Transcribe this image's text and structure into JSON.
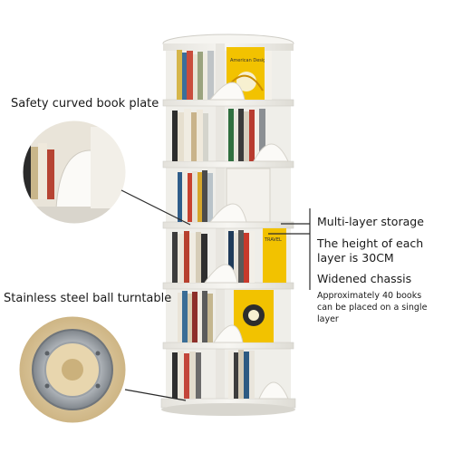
{
  "labels": {
    "safety_plate": "Safety curved book plate",
    "stainless_turntable": "Stainless steel ball turntable",
    "multi_layer": "Multi-layer storage",
    "layer_height": "The height of each layer is 30CM",
    "widened_chassis": "Widened chassis",
    "capacity": "Approximately 40 books can be placed on a single layer"
  },
  "book_titles": {
    "top_book": "American Design",
    "mid_book": "TRAVEL"
  },
  "colors": {
    "shelf": "#f4f3ef",
    "shelf_shadow": "#d9d7d1",
    "pointer_line": "#2b2b2b",
    "accent_yellow": "#f2c200",
    "turntable_metal": "#b9bdc2",
    "turntable_wood": "#d8c29a"
  }
}
